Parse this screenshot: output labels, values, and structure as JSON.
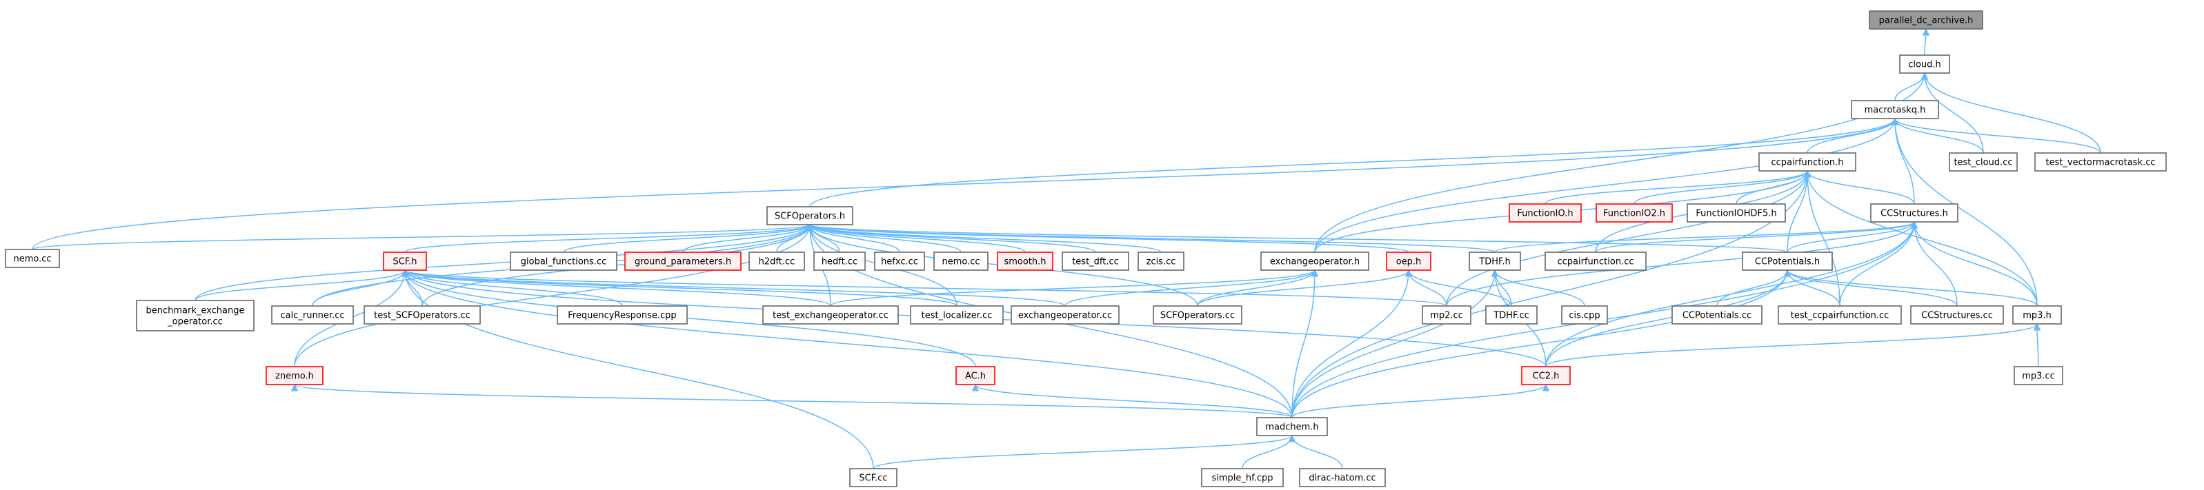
{
  "colors": {
    "edge": "#63b8ff",
    "node_border": "#666666",
    "node_fill": "#ffffff",
    "root_fill": "#999999",
    "root_border": "#666666",
    "missing_border": "#ff0000",
    "missing_fill": "#fff0f0",
    "text": "#000000"
  },
  "nodes": [
    {
      "id": "parallel_dc_archive",
      "label": "parallel_dc_archive.h",
      "kind": "root"
    },
    {
      "id": "cloud",
      "label": "cloud.h",
      "kind": "normal"
    },
    {
      "id": "macrotaskq",
      "label": "macrotaskq.h",
      "kind": "normal"
    },
    {
      "id": "ccpairfunction_h",
      "label": "ccpairfunction.h",
      "kind": "normal"
    },
    {
      "id": "test_cloud",
      "label": "test_cloud.cc",
      "kind": "normal"
    },
    {
      "id": "test_vectormacrotask",
      "label": "test_vectormacrotask.cc",
      "kind": "normal"
    },
    {
      "id": "functionio",
      "label": "FunctionIO.h",
      "kind": "missing"
    },
    {
      "id": "functionio2",
      "label": "FunctionIO2.h",
      "kind": "missing"
    },
    {
      "id": "functioniohdf5",
      "label": "FunctionIOHDF5.h",
      "kind": "normal"
    },
    {
      "id": "ccstructures_h",
      "label": "CCStructures.h",
      "kind": "normal"
    },
    {
      "id": "scfoperators_h",
      "label": "SCFOperators.h",
      "kind": "normal"
    },
    {
      "id": "nemo_left",
      "label": "nemo.cc",
      "kind": "normal"
    },
    {
      "id": "scf_h",
      "label": "SCF.h",
      "kind": "missing"
    },
    {
      "id": "global_functions",
      "label": "global_functions.cc",
      "kind": "normal"
    },
    {
      "id": "ground_parameters",
      "label": "ground_parameters.h",
      "kind": "missing"
    },
    {
      "id": "h2dft",
      "label": "h2dft.cc",
      "kind": "normal"
    },
    {
      "id": "hedft",
      "label": "hedft.cc",
      "kind": "normal"
    },
    {
      "id": "hefxc",
      "label": "hefxc.cc",
      "kind": "normal"
    },
    {
      "id": "nemo_mid",
      "label": "nemo.cc",
      "kind": "normal"
    },
    {
      "id": "smooth",
      "label": "smooth.h",
      "kind": "missing"
    },
    {
      "id": "test_dft",
      "label": "test_dft.cc",
      "kind": "normal"
    },
    {
      "id": "zcis",
      "label": "zcis.cc",
      "kind": "normal"
    },
    {
      "id": "exchangeoperator_h",
      "label": "exchangeoperator.h",
      "kind": "normal"
    },
    {
      "id": "oep_h",
      "label": "oep.h",
      "kind": "missing"
    },
    {
      "id": "tdhf_h",
      "label": "TDHF.h",
      "kind": "normal"
    },
    {
      "id": "ccpairfunction_cc",
      "label": "ccpairfunction.cc",
      "kind": "normal"
    },
    {
      "id": "ccpotentials_h",
      "label": "CCPotentials.h",
      "kind": "normal"
    },
    {
      "id": "benchmark_exchange",
      "label": "benchmark_exchange\n_operator.cc",
      "kind": "normal"
    },
    {
      "id": "calc_runner",
      "label": "calc_runner.cc",
      "kind": "normal"
    },
    {
      "id": "test_scfoperators",
      "label": "test_SCFOperators.cc",
      "kind": "normal"
    },
    {
      "id": "frequencyresponse",
      "label": "FrequencyResponse.cpp",
      "kind": "normal"
    },
    {
      "id": "test_exchangeoperator",
      "label": "test_exchangeoperator.cc",
      "kind": "normal"
    },
    {
      "id": "test_localizer",
      "label": "test_localizer.cc",
      "kind": "normal"
    },
    {
      "id": "exchangeoperator_cc",
      "label": "exchangeoperator.cc",
      "kind": "normal"
    },
    {
      "id": "scfoperators_cc",
      "label": "SCFOperators.cc",
      "kind": "normal"
    },
    {
      "id": "mp2",
      "label": "mp2.cc",
      "kind": "normal"
    },
    {
      "id": "tdhf_cc",
      "label": "TDHF.cc",
      "kind": "normal"
    },
    {
      "id": "cis",
      "label": "cis.cpp",
      "kind": "normal"
    },
    {
      "id": "ccpotentials_cc",
      "label": "CCPotentials.cc",
      "kind": "normal"
    },
    {
      "id": "test_ccpairfunction",
      "label": "test_ccpairfunction.cc",
      "kind": "normal"
    },
    {
      "id": "ccstructures_cc",
      "label": "CCStructures.cc",
      "kind": "normal"
    },
    {
      "id": "mp3_h",
      "label": "mp3.h",
      "kind": "normal"
    },
    {
      "id": "znemo",
      "label": "znemo.h",
      "kind": "missing"
    },
    {
      "id": "ac",
      "label": "AC.h",
      "kind": "missing"
    },
    {
      "id": "cc2",
      "label": "CC2.h",
      "kind": "missing"
    },
    {
      "id": "mp3_cc",
      "label": "mp3.cc",
      "kind": "normal"
    },
    {
      "id": "madchem",
      "label": "madchem.h",
      "kind": "normal"
    },
    {
      "id": "scf_cc",
      "label": "SCF.cc",
      "kind": "normal"
    },
    {
      "id": "simple_hf",
      "label": "simple_hf.cpp",
      "kind": "normal"
    },
    {
      "id": "dirac_hatom",
      "label": "dirac-hatom.cc",
      "kind": "normal"
    }
  ],
  "edges": [
    [
      "cloud",
      "parallel_dc_archive"
    ],
    [
      "macrotaskq",
      "cloud"
    ],
    [
      "test_cloud",
      "cloud"
    ],
    [
      "test_vectormacrotask",
      "cloud"
    ],
    [
      "exchangeoperator_h",
      "cloud"
    ],
    [
      "ccpairfunction_h",
      "macrotaskq"
    ],
    [
      "test_cloud",
      "macrotaskq"
    ],
    [
      "test_vectormacrotask",
      "macrotaskq"
    ],
    [
      "scfoperators_h",
      "macrotaskq"
    ],
    [
      "nemo_left",
      "macrotaskq"
    ],
    [
      "ccstructures_h",
      "macrotaskq"
    ],
    [
      "exchangeoperator_h",
      "macrotaskq"
    ],
    [
      "mp3_h",
      "macrotaskq"
    ],
    [
      "functionio",
      "ccpairfunction_h"
    ],
    [
      "functionio2",
      "ccpairfunction_h"
    ],
    [
      "functioniohdf5",
      "ccpairfunction_h"
    ],
    [
      "ccstructures_h",
      "ccpairfunction_h"
    ],
    [
      "ccpairfunction_cc",
      "ccpairfunction_h"
    ],
    [
      "ccpotentials_h",
      "ccpairfunction_h"
    ],
    [
      "test_ccpairfunction",
      "ccpairfunction_h"
    ],
    [
      "mp2",
      "ccpairfunction_h"
    ],
    [
      "mp3_h",
      "ccpairfunction_h"
    ],
    [
      "madchem",
      "ccpairfunction_h"
    ],
    [
      "exchangeoperator_h",
      "ccpairfunction_h"
    ],
    [
      "ccpairfunction_cc",
      "ccstructures_h"
    ],
    [
      "ccpotentials_h",
      "ccstructures_h"
    ],
    [
      "test_ccpairfunction",
      "ccstructures_h"
    ],
    [
      "ccstructures_cc",
      "ccstructures_h"
    ],
    [
      "mp3_h",
      "ccstructures_h"
    ],
    [
      "tdhf_h",
      "ccstructures_h"
    ],
    [
      "cc2",
      "ccstructures_h"
    ],
    [
      "madchem",
      "ccstructures_h"
    ],
    [
      "mp2",
      "ccstructures_h"
    ],
    [
      "nemo_left",
      "scfoperators_h"
    ],
    [
      "scf_h",
      "scfoperators_h"
    ],
    [
      "global_functions",
      "scfoperators_h"
    ],
    [
      "ground_parameters",
      "scfoperators_h"
    ],
    [
      "h2dft",
      "scfoperators_h"
    ],
    [
      "hedft",
      "scfoperators_h"
    ],
    [
      "hefxc",
      "scfoperators_h"
    ],
    [
      "nemo_mid",
      "scfoperators_h"
    ],
    [
      "smooth",
      "scfoperators_h"
    ],
    [
      "test_dft",
      "scfoperators_h"
    ],
    [
      "zcis",
      "scfoperators_h"
    ],
    [
      "oep_h",
      "scfoperators_h"
    ],
    [
      "tdhf_h",
      "scfoperators_h"
    ],
    [
      "ccpotentials_h",
      "scfoperators_h"
    ],
    [
      "benchmark_exchange",
      "scfoperators_h"
    ],
    [
      "calc_runner",
      "scfoperators_h"
    ],
    [
      "test_scfoperators",
      "scfoperators_h"
    ],
    [
      "test_exchangeoperator",
      "scfoperators_h"
    ],
    [
      "test_localizer",
      "scfoperators_h"
    ],
    [
      "scfoperators_cc",
      "scfoperators_h"
    ],
    [
      "znemo",
      "scfoperators_h"
    ],
    [
      "madchem",
      "scfoperators_h"
    ],
    [
      "benchmark_exchange",
      "scf_h"
    ],
    [
      "calc_runner",
      "scf_h"
    ],
    [
      "test_scfoperators",
      "scf_h"
    ],
    [
      "frequencyresponse",
      "scf_h"
    ],
    [
      "test_exchangeoperator",
      "scf_h"
    ],
    [
      "test_localizer",
      "scf_h"
    ],
    [
      "exchangeoperator_cc",
      "scf_h"
    ],
    [
      "mp2",
      "scf_h"
    ],
    [
      "ac",
      "scf_h"
    ],
    [
      "cc2",
      "scf_h"
    ],
    [
      "znemo",
      "scf_h"
    ],
    [
      "madchem",
      "scf_h"
    ],
    [
      "scf_cc",
      "scf_h"
    ],
    [
      "exchangeoperator_cc",
      "exchangeoperator_h"
    ],
    [
      "scfoperators_cc",
      "exchangeoperator_h"
    ],
    [
      "madchem",
      "exchangeoperator_h"
    ],
    [
      "test_exchangeoperator",
      "exchangeoperator_h"
    ],
    [
      "mp2",
      "oep_h"
    ],
    [
      "tdhf_cc",
      "oep_h"
    ],
    [
      "scfoperators_cc",
      "oep_h"
    ],
    [
      "madchem",
      "oep_h"
    ],
    [
      "tdhf_cc",
      "tdhf_h"
    ],
    [
      "cis",
      "tdhf_h"
    ],
    [
      "cc2",
      "tdhf_h"
    ],
    [
      "madchem",
      "tdhf_h"
    ],
    [
      "ccpotentials_cc",
      "ccpotentials_h"
    ],
    [
      "test_ccpairfunction",
      "ccpotentials_h"
    ],
    [
      "ccstructures_cc",
      "ccpotentials_h"
    ],
    [
      "mp3_h",
      "ccpotentials_h"
    ],
    [
      "cc2",
      "ccpotentials_h"
    ],
    [
      "madchem",
      "ccpotentials_h"
    ],
    [
      "mp3_cc",
      "mp3_h"
    ],
    [
      "cc2",
      "mp3_h"
    ],
    [
      "madchem",
      "znemo"
    ],
    [
      "madchem",
      "ac"
    ],
    [
      "madchem",
      "cc2"
    ],
    [
      "scf_cc",
      "madchem"
    ],
    [
      "simple_hf",
      "madchem"
    ],
    [
      "dirac_hatom",
      "madchem"
    ]
  ]
}
